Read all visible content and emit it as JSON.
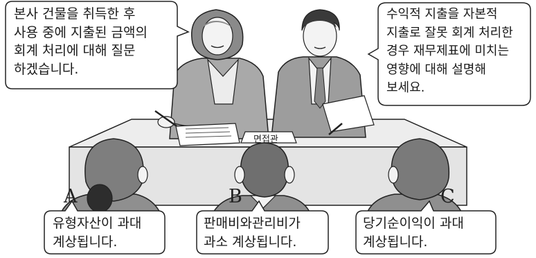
{
  "speech": {
    "left_interviewer": [
      "본사 건물을 취득한 후",
      "사용 중에 지출된 금액의",
      "회계 처리에 대해 질문",
      "하겠습니다."
    ],
    "right_interviewer": [
      "수익적 지출을 자본적",
      "지출로 잘못 회계 처리한",
      "경우 재무제표에 미치는",
      "영향에 대해 설명해",
      "보세요."
    ]
  },
  "desk_sign": "면접관",
  "candidates": [
    {
      "letter": "A",
      "answer": [
        "유형자산이 과대",
        "계상됩니다."
      ]
    },
    {
      "letter": "B",
      "answer": [
        "판매비와관리비가",
        "과소 계상됩니다."
      ]
    },
    {
      "letter": "C",
      "answer": [
        "당기순이익이 과대",
        "계상됩니다."
      ]
    }
  ]
}
